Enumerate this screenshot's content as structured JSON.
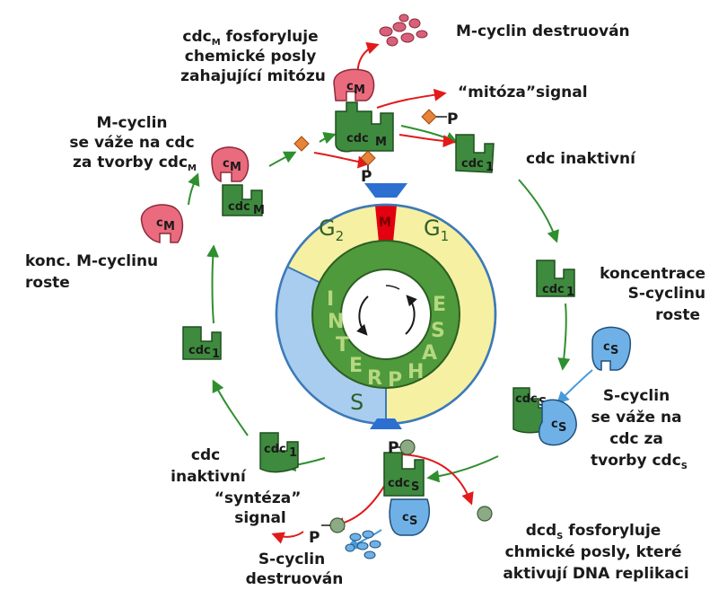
{
  "colors": {
    "cdc_green": "#3e8a3e",
    "cdc_dark": "#1f4f1f",
    "m_cyclin_pink": "#ea6b7e",
    "s_cyclin_blue": "#6fb1e6",
    "g_phase_yellow": "#f6f0a2",
    "s_phase_blue": "#a9cdee",
    "m_phase_red": "#e3000f",
    "interphase_green": "#4f9a3c",
    "arrow_green": "#2f8f2f",
    "arrow_red": "#e21a1a",
    "checkpoint_blue": "#2d6fd1",
    "phosphate_orange": "#e8833a"
  },
  "labels": {
    "cdcm_phos": [
      "cdc",
      "M",
      " fosforyluje",
      "chemické posly",
      "zahajující mitózu"
    ],
    "mcyclin_destroyed": "M-cyclin destruován",
    "mitosis_signal": "“mitóza”signal",
    "p_top_right": "P",
    "p_top_center": "P",
    "cdc_inactive_top": "cdc inaktivní",
    "mcyclin_binds": [
      "M-cyclin",
      "se váže na cdc",
      "za tvorby cdc",
      "M"
    ],
    "mcyclin_rises": [
      "konc. M-cyclinu",
      "roste"
    ],
    "scyclin_rises": [
      "koncentrace",
      "S-cyclinu",
      "roste"
    ],
    "scyclin_binds": [
      "S-cyclin",
      "se váže na",
      "cdc za",
      "tvorby cdc",
      "S"
    ],
    "cdc_inactive_left": [
      "cdc",
      "inaktivní"
    ],
    "synthesis_signal": [
      "“syntéza”",
      "signal"
    ],
    "p_bottom_center": "P",
    "p_bottom_left": "P",
    "scyclin_destroyed": [
      "S-cyclin",
      "destruován"
    ],
    "cdcs_phos": [
      "dcd",
      "S",
      " fosforyluje",
      "chmické posly, které",
      "aktivují DNA replikaci"
    ]
  },
  "phases": {
    "g2": "G",
    "g2_sub": "2",
    "g1": "G",
    "g1_sub": "1",
    "m": "M",
    "s": "S",
    "interphase": [
      "I",
      "N",
      "T",
      "E",
      "R",
      "P",
      "H",
      "A",
      "S",
      "E"
    ]
  },
  "protein_tags": {
    "cdc": "cdc",
    "cdc1": "cdc",
    "cdc1_sub": "1",
    "cdcm": "cdc",
    "cdcm_sub": "M",
    "cdcs": "cdc",
    "cdcs_sub": "S",
    "cm": "c",
    "cm_sub": "M",
    "cs": "c",
    "cs_sub": "S"
  }
}
